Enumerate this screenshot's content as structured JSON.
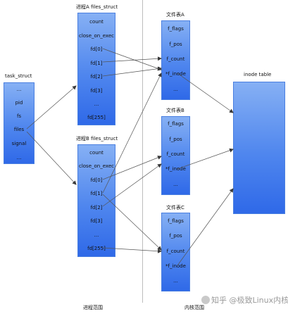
{
  "task_struct": {
    "title": "task_struct",
    "fields": [
      "...",
      "pid",
      "fs",
      "files",
      "signal",
      "..."
    ]
  },
  "files_a": {
    "title": "进程A files_struct",
    "fields": [
      "count",
      "close_on_exec",
      "fd[0]",
      "fd[1]",
      "fd[2]",
      "fd[3]",
      "...",
      "fd[255]"
    ]
  },
  "files_b": {
    "title": "进程B files_struct",
    "fields": [
      "count",
      "close_on_exec",
      "fd[0]",
      "fd[1]",
      "fd[2]",
      "fd[3]",
      "...",
      "fd[255]"
    ]
  },
  "file_a": {
    "title": "文件表A",
    "fields": [
      "f_flags",
      "f_pos",
      "f_count",
      "*f_inode",
      "..."
    ]
  },
  "file_b": {
    "title": "文件表B",
    "fields": [
      "f_flags",
      "f_pos",
      "f_count",
      "*f_inode",
      "..."
    ]
  },
  "file_c": {
    "title": "文件表C",
    "fields": [
      "f_flags",
      "f_pos",
      "f_count",
      "*f_inode",
      "..."
    ]
  },
  "inode": {
    "title": "inode table"
  },
  "regions": {
    "process": "进程范围",
    "kernel": "内核范围"
  },
  "watermark": "知乎 @极致Linux内核"
}
